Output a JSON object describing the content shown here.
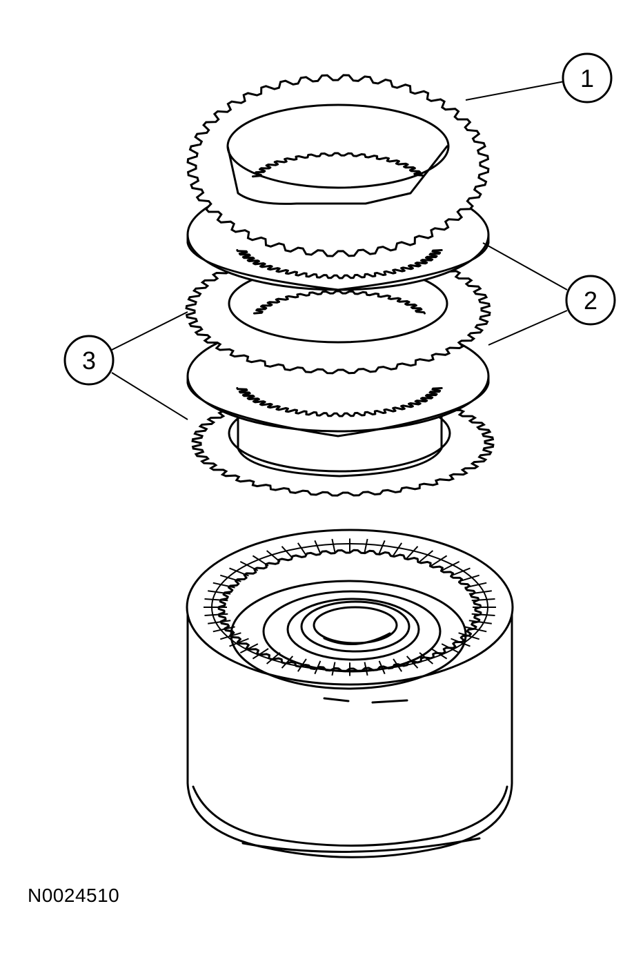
{
  "figure": {
    "id": "N0024510"
  },
  "callouts": [
    {
      "label": "1"
    },
    {
      "label": "2"
    },
    {
      "label": "3"
    }
  ]
}
